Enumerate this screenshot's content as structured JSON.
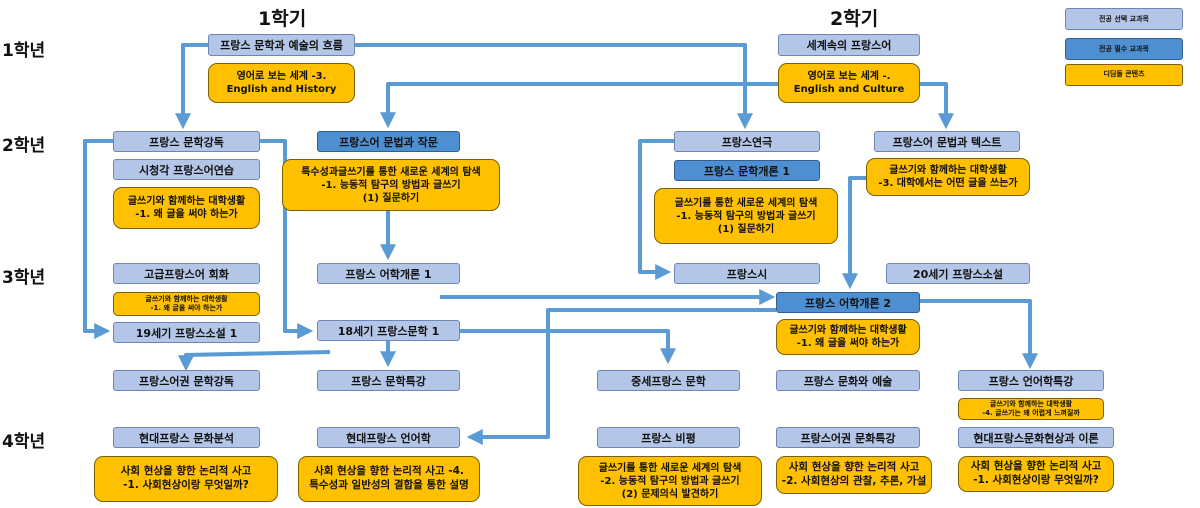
{
  "headers": {
    "sem1": "1학기",
    "sem2": "2학기"
  },
  "years": {
    "y1": "1학년",
    "y2": "2학년",
    "y3": "3학년",
    "y4": "4학년"
  },
  "legend": {
    "elective": "전공 선택 교과목",
    "required": "전공 필수 교과목",
    "stepping": "디딤돌 콘텐츠"
  },
  "courses": {
    "y1_s1_flow": "프랑스 문학과 예술의 흐름",
    "y1_s2_world": "세계속의 프랑스어",
    "y2_lit_read": "프랑스 문학강독",
    "y2_av_fr": "시청각 프랑스어연습",
    "y2_grammar": "프랑스어 문법과 작문",
    "y2_theatre": "프랑스연극",
    "y2_lit_intro1": "프랑스 문학개론 1",
    "y2_gram_text": "프랑스어 문법과 텍스트",
    "y3_adv_conv": "고급프랑스어 회화",
    "y3_novel19": "19세기 프랑스소설 1",
    "y3_ling_intro1": "프랑스 어학개론 1",
    "y3_lit18": "18세기 프랑스문학 1",
    "y3_poetry": "프랑스시",
    "y3_novel20": "20세기 프랑스소설",
    "y3_ling_intro2": "프랑스 어학개론 2",
    "y3_franco_read": "프랑스어권 문학강독",
    "y3_lit_special": "프랑스 문학특강",
    "y3_medieval": "중세프랑스 문학",
    "y3_culture_art": "프랑스 문화와 예술",
    "y3_ling_special": "프랑스 언어학특강",
    "y4_culture_analysis": "현대프랑스 문화분석",
    "y4_modern_ling": "현대프랑스 언어학",
    "y4_criticism": "프랑스 비평",
    "y4_franco_culture": "프랑스어권 문화특강",
    "y4_phenomena": "현대프랑스문화현상과 이론"
  },
  "contents": {
    "c_eng_history": "영어로 보는 세계 -3.\nEnglish and History",
    "c_eng_culture": "영어로 보는 세계 -.\nEnglish and Culture",
    "c_writing1": "글쓰기와 함께하는 대학생활\n-1. 왜 글을 써야 하는가",
    "c_special_writing": "특수성과글쓰기를 통한 새로운 세계의 탐색\n-1. 능동적 탐구의 방법과 글쓰기\n(1) 질문하기",
    "c_new_world1": "글쓰기를 통한 새로운 세계의 탐색\n-1. 능동적 탐구의 방법과 글쓰기\n(1) 질문하기",
    "c_writing3": "글쓰기와 함께하는 대학생활\n-3. 대학에서는 어떤 글을 쓰는가",
    "c_writing1_small": "글쓰기와 함께하는 대학생활\n-1. 왜 글을 써야 하는가",
    "c_writing1_b": "글쓰기와 함께하는 대학생활\n-1. 왜 글을 써야 하는가",
    "c_writing4": "글쓰기와 함께하는 대학생활\n-4. 글쓰기는 왜 어렵게 느껴질까",
    "c_logic1": "사회 현상을 향한 논리적 사고\n-1. 사회현상이랑 무엇일까?",
    "c_logic4": "사회 현상을 향한 논리적 사고 -4.\n특수성과 일반성의 결합을 통한 설명",
    "c_new_world2": "글쓰기를 통한 새로운 세계의 탐색\n-2. 능동적 탐구의 방법과 글쓰기\n(2) 문제의식 발견하기",
    "c_logic2": "사회 현상을 향한 논리적 사고\n-2. 사회현상의 관찰, 추론, 가설",
    "c_logic1_b": "사회 현상을 향한 논리적 사고\n-1. 사회현상이랑 무엇일까?"
  },
  "colors": {
    "elective": "#b4c6e7",
    "required": "#4e8fd1",
    "stepping": "#ffc000",
    "arrow": "#5b9bd5"
  }
}
